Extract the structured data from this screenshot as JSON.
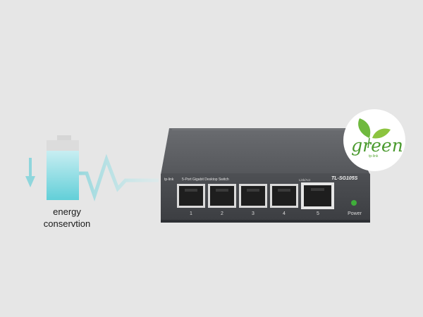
{
  "caption": {
    "line1": "energy",
    "line2": "conservtion"
  },
  "device": {
    "brand": "tp-link",
    "description": "5-Port Gigabit Desktop Switch",
    "model": "TL-SG105S",
    "link_act_label": "Link/Act",
    "ports": [
      "1",
      "2",
      "3",
      "4",
      "5"
    ],
    "power_label": "Power"
  },
  "badge": {
    "word": "green",
    "brand": "tp-link"
  },
  "colors": {
    "background": "#e6e6e6",
    "battery_fill": "#7fd9e0",
    "wave": "#8fd6dc",
    "switch_body": "#4a4c50",
    "badge_green": "#4a9a2e",
    "power_led": "#3fae3a"
  }
}
